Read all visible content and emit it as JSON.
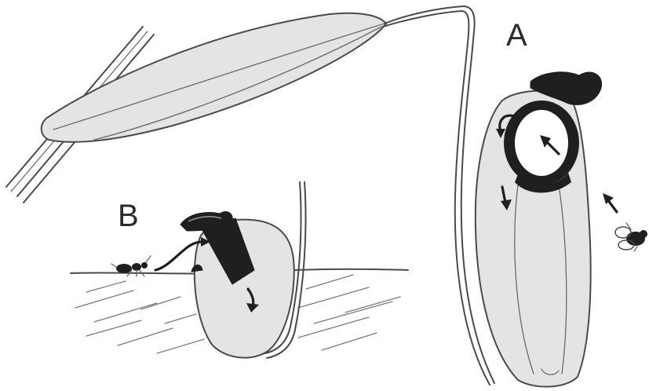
{
  "panels": {
    "a_label": "A",
    "b_label": "B"
  },
  "colors": {
    "ink": "#1f1f1f",
    "outline": "#4a4a4a",
    "stipple_fill": "#e4e4e4",
    "background": "#ffffff"
  },
  "icons": [
    "leaf",
    "tendril",
    "aerial-pitcher",
    "ground-pitcher",
    "fly",
    "ant",
    "flow-arrow"
  ]
}
